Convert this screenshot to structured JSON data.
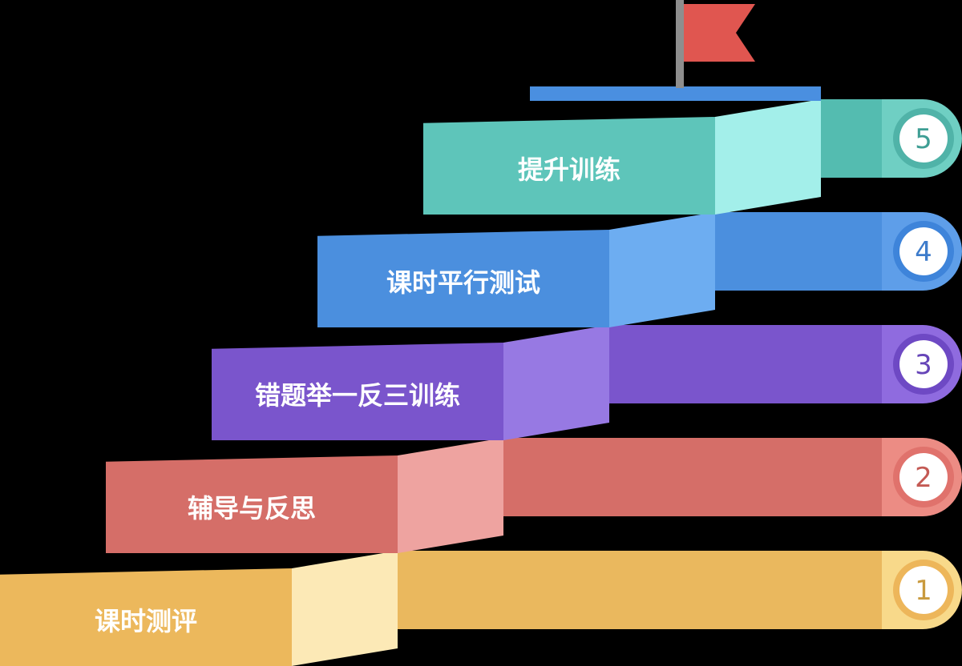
{
  "diagram": {
    "steps": [
      {
        "number": "1",
        "label": "课时测评",
        "colors": {
          "front": "#ECB85C",
          "side": "#FCE9B6",
          "band": "#EAB85E",
          "cap": "#F8D98A",
          "ring": "#EDB65A",
          "digit": "#C99A3E"
        }
      },
      {
        "number": "2",
        "label": "辅导与反思",
        "colors": {
          "front": "#D56E68",
          "side": "#EEA3A0",
          "band": "#D56E68",
          "cap": "#EC8C84",
          "ring": "#E0726C",
          "digit": "#C45A54"
        }
      },
      {
        "number": "3",
        "label": "错题举一反三训练",
        "colors": {
          "front": "#7A55CC",
          "side": "#9779E3",
          "band": "#7A55CC",
          "cap": "#8F6BDF",
          "ring": "#6E49C4",
          "digit": "#6645B8"
        }
      },
      {
        "number": "4",
        "label": "课时平行测试",
        "colors": {
          "front": "#4B8FDE",
          "side": "#6DADF1",
          "band": "#4B8FDE",
          "cap": "#5E9EE9",
          "ring": "#3E84DA",
          "digit": "#3E7CCB"
        }
      },
      {
        "number": "5",
        "label": "提升训练",
        "colors": {
          "front": "#5EC5BA",
          "side": "#A3EFEA",
          "band": "#54BCB0",
          "cap": "#6FCFC3",
          "ring": "#50B3A8",
          "digit": "#3E9E94"
        }
      }
    ],
    "flag": {
      "color": "#E05650",
      "pole": "#8E8E8E"
    },
    "platform": {
      "color": "#4A8FE0"
    }
  }
}
